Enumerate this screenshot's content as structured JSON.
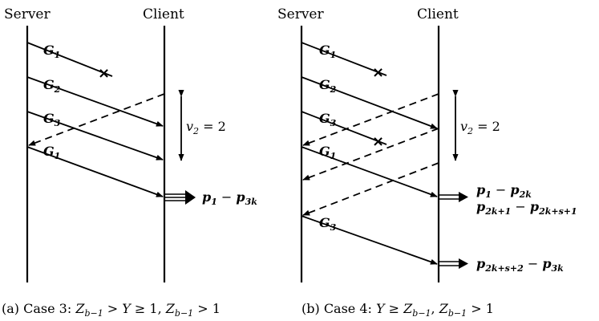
{
  "left": {
    "server_label": "Server",
    "client_label": "Client",
    "packets": [
      {
        "name": "G",
        "sub": "1",
        "lost": true
      },
      {
        "name": "G",
        "sub": "2",
        "lost": false
      },
      {
        "name": "G",
        "sub": "3",
        "lost": false
      },
      {
        "name": "G",
        "sub": "1",
        "lost": false
      }
    ],
    "interval": {
      "var": "v",
      "sub": "2",
      "rest": " = 2"
    },
    "outputs": [
      {
        "a": "p",
        "asub": "1",
        "b": "p",
        "bsub": "3k"
      }
    ],
    "caption": {
      "prefix": "(a) Case 3:  ",
      "math": "Z_{b−1} > Y ≥ 1, Z_{b−1} > 1",
      "parts": [
        [
          "Z",
          ""
        ],
        [
          "b−1",
          "sub"
        ],
        [
          " > ",
          ""
        ],
        [
          "Y",
          ""
        ],
        [
          " ≥ 1, ",
          ""
        ],
        [
          "Z",
          ""
        ],
        [
          "b−1",
          "sub"
        ],
        [
          " > 1",
          ""
        ]
      ]
    }
  },
  "right": {
    "server_label": "Server",
    "client_label": "Client",
    "packets": [
      {
        "name": "G",
        "sub": "1",
        "lost": true
      },
      {
        "name": "G",
        "sub": "2",
        "lost": false
      },
      {
        "name": "G",
        "sub": "3",
        "lost": true
      },
      {
        "name": "G",
        "sub": "1",
        "lost": false
      },
      {
        "name": "G",
        "sub": "3",
        "lost": false
      }
    ],
    "interval": {
      "var": "v",
      "sub": "2",
      "rest": " = 2"
    },
    "outputs": [
      {
        "a": "p",
        "asub": "1",
        "b": "p",
        "bsub": "2k"
      },
      {
        "a": "p",
        "asub": "2k+1",
        "b": "p",
        "bsub": "2k+s+1"
      },
      {
        "a": "p",
        "asub": "2k+s+2",
        "b": "p",
        "bsub": "3k"
      }
    ],
    "caption": {
      "prefix": "(b) Case 4:  ",
      "math": "Y ≥ Z_{b−1}, Z_{b−1} > 1",
      "parts": [
        [
          "Y",
          ""
        ],
        [
          " ≥ ",
          ""
        ],
        [
          "Z",
          ""
        ],
        [
          "b−1",
          "sub"
        ],
        [
          ", ",
          ""
        ],
        [
          "Z",
          ""
        ],
        [
          "b−1",
          "sub"
        ],
        [
          " > 1",
          ""
        ]
      ]
    }
  },
  "colors": {
    "stroke": "#000000",
    "background": "#ffffff"
  }
}
